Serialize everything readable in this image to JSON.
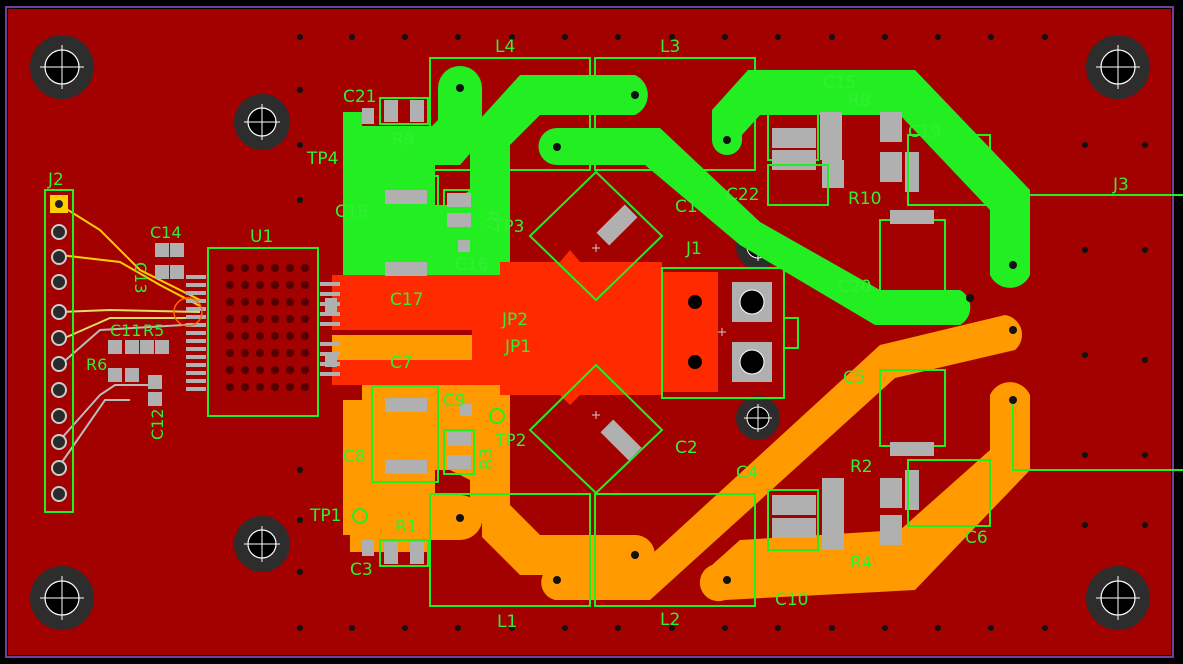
{
  "view": {
    "name": "PCB layout editor - top copper view",
    "colors": {
      "board": "#a30000",
      "board_edge": "#7040a0",
      "net_green": "#22ee22",
      "net_orange": "#ff9a00",
      "net_red": "#ff2a00",
      "silk": "#33dd33",
      "pad_gray": "#b0b0b0",
      "mount_hole": "#303030",
      "via_dot": "#111111"
    }
  },
  "designators": {
    "j2": "J2",
    "j1": "J1",
    "j3": "J3",
    "u1": "U1",
    "l1": "L1",
    "l2": "L2",
    "l3": "L3",
    "l4": "L4",
    "c1": "C1",
    "c2": "C2",
    "c3": "C3",
    "c4": "C4",
    "c5": "C5",
    "c6": "C6",
    "c7": "C7",
    "c8": "C8",
    "c9": "C9",
    "c10": "C10",
    "c11": "C11",
    "c12": "C12",
    "c13": "C13",
    "c14": "C14",
    "c15": "C15",
    "c16": "C16",
    "c17": "C17",
    "c18": "C18",
    "c19": "C19",
    "c20": "C20",
    "c21": "C21",
    "c22": "C22",
    "r1": "R1",
    "r2": "R2",
    "r3": "R3",
    "r4": "R4",
    "r5": "R5",
    "r6": "R6",
    "r7": "R7",
    "r8": "R8",
    "r9": "R9",
    "r10": "R10",
    "tp1": "TP1",
    "tp2": "TP2",
    "tp3": "TP3",
    "tp4": "TP4",
    "jp1": "JP1",
    "jp2": "JP2"
  }
}
